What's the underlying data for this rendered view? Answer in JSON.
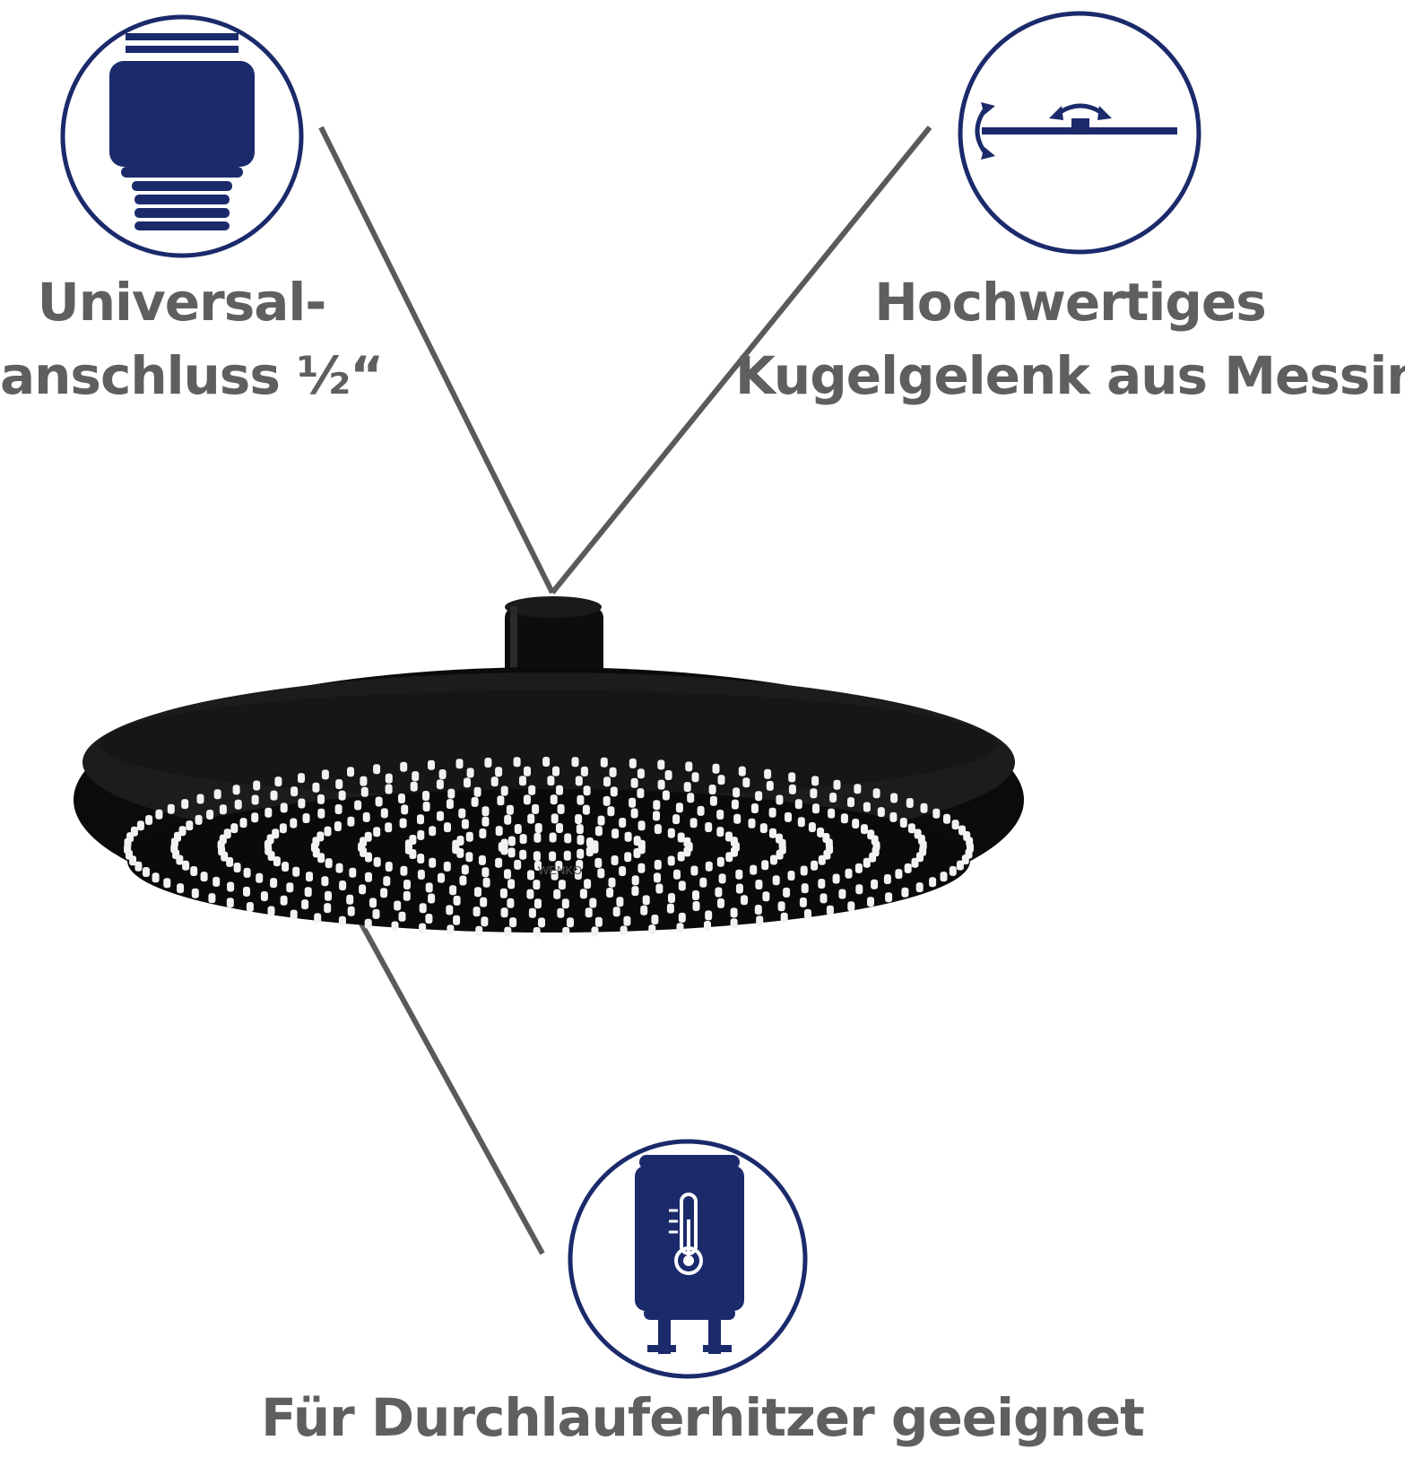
{
  "colors": {
    "navy": "#1b2a6b",
    "text_gray": "#5f5f5f",
    "line_gray": "#5a5a5a",
    "shower_black": "#0d0d0d",
    "nozzle_white": "#f2f2f2"
  },
  "features": {
    "connector": {
      "icon": "threaded-connector-icon",
      "line1": "Universal-",
      "line2": "anschluss ½“"
    },
    "ball_joint": {
      "icon": "ball-joint-swivel-icon",
      "line1": "Hochwertiges",
      "line2": "Kugelgelenk aus Messing"
    },
    "water_heater": {
      "icon": "water-heater-thermometer-icon",
      "line1": "Für Durchlauferhitzer geeignet"
    }
  },
  "product": {
    "name": "shower-head",
    "brand_mark": "WENKO"
  }
}
